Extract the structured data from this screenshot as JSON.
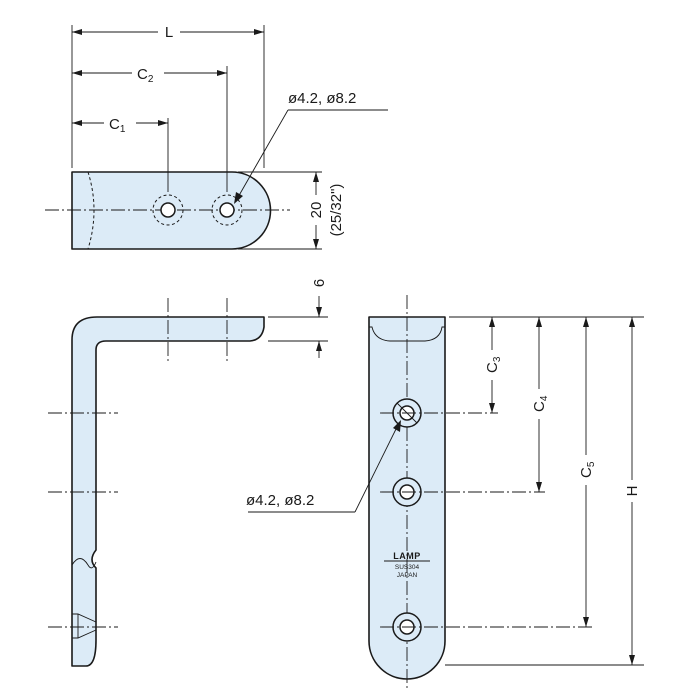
{
  "top_view": {
    "dim_L": "L",
    "dim_C2": "C",
    "dim_C2_sub": "2",
    "dim_C1": "C",
    "dim_C1_sub": "1",
    "hole_callout": "ø4.2, ø8.2",
    "dim_width": "20",
    "dim_width_inch": "(25/32\")"
  },
  "side_view": {
    "dim_thickness": "6"
  },
  "front_view": {
    "dim_C3": "C",
    "dim_C3_sub": "3",
    "dim_C4": "C",
    "dim_C4_sub": "4",
    "dim_C5": "C",
    "dim_C5_sub": "5",
    "dim_H": "H",
    "hole_callout": "ø4.2,  ø8.2",
    "logo": "LAMP",
    "material": "SUS304",
    "origin": "JAPAN"
  }
}
